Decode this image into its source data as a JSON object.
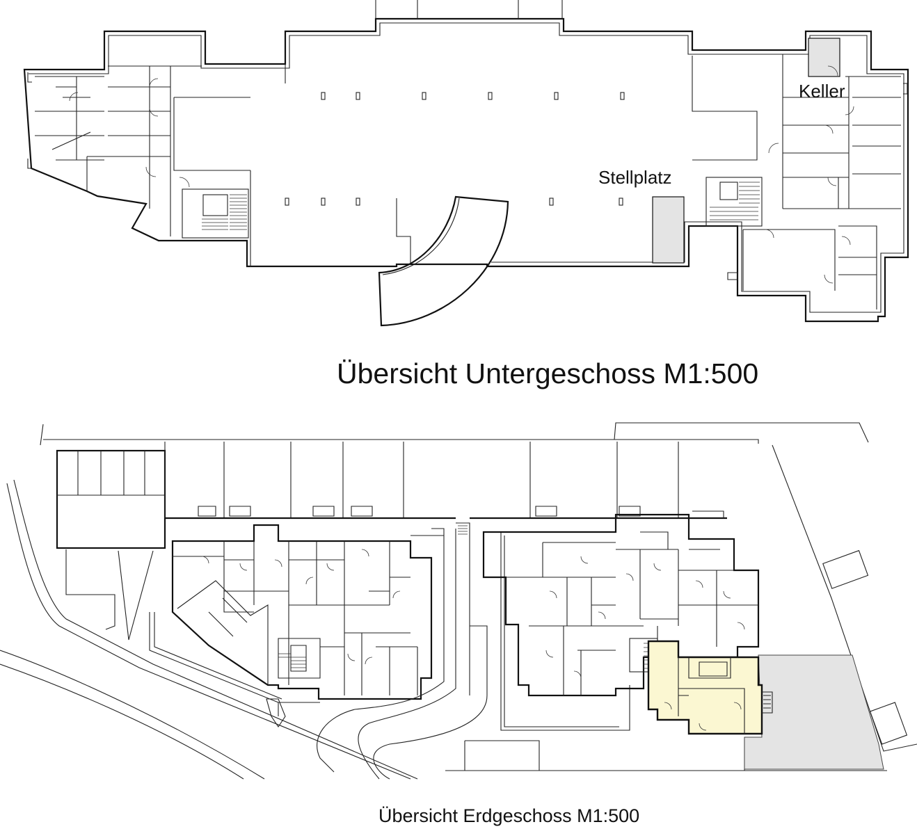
{
  "labels": {
    "keller": "Keller",
    "stellplatz": "Stellplatz",
    "title_untergeschoss": "Übersicht Untergeschoss M1:500",
    "title_erdgeschoss": "Übersicht Erdgeschoss M1:500"
  },
  "colors": {
    "line": "#111111",
    "highlight_unit": "#fbf7d2",
    "gray_fill": "#e4e4e4",
    "background": "#ffffff"
  }
}
